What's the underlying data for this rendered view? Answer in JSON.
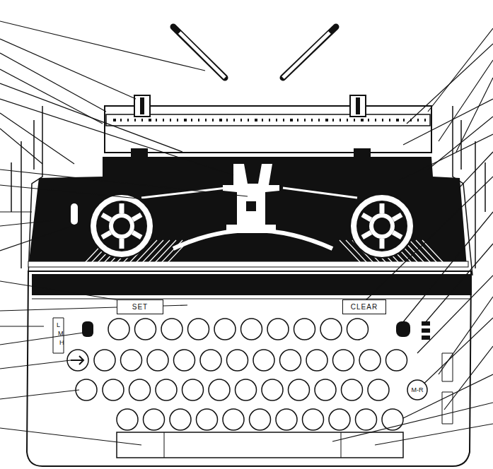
{
  "diagram": {
    "nodes": [
      {
        "text": [
          "SET"
        ]
      },
      {
        "text": [
          "CLEAR"
        ]
      },
      {
        "text": [
          "M-R"
        ]
      }
    ],
    "labels": [
      "L",
      "M",
      "H"
    ]
  }
}
